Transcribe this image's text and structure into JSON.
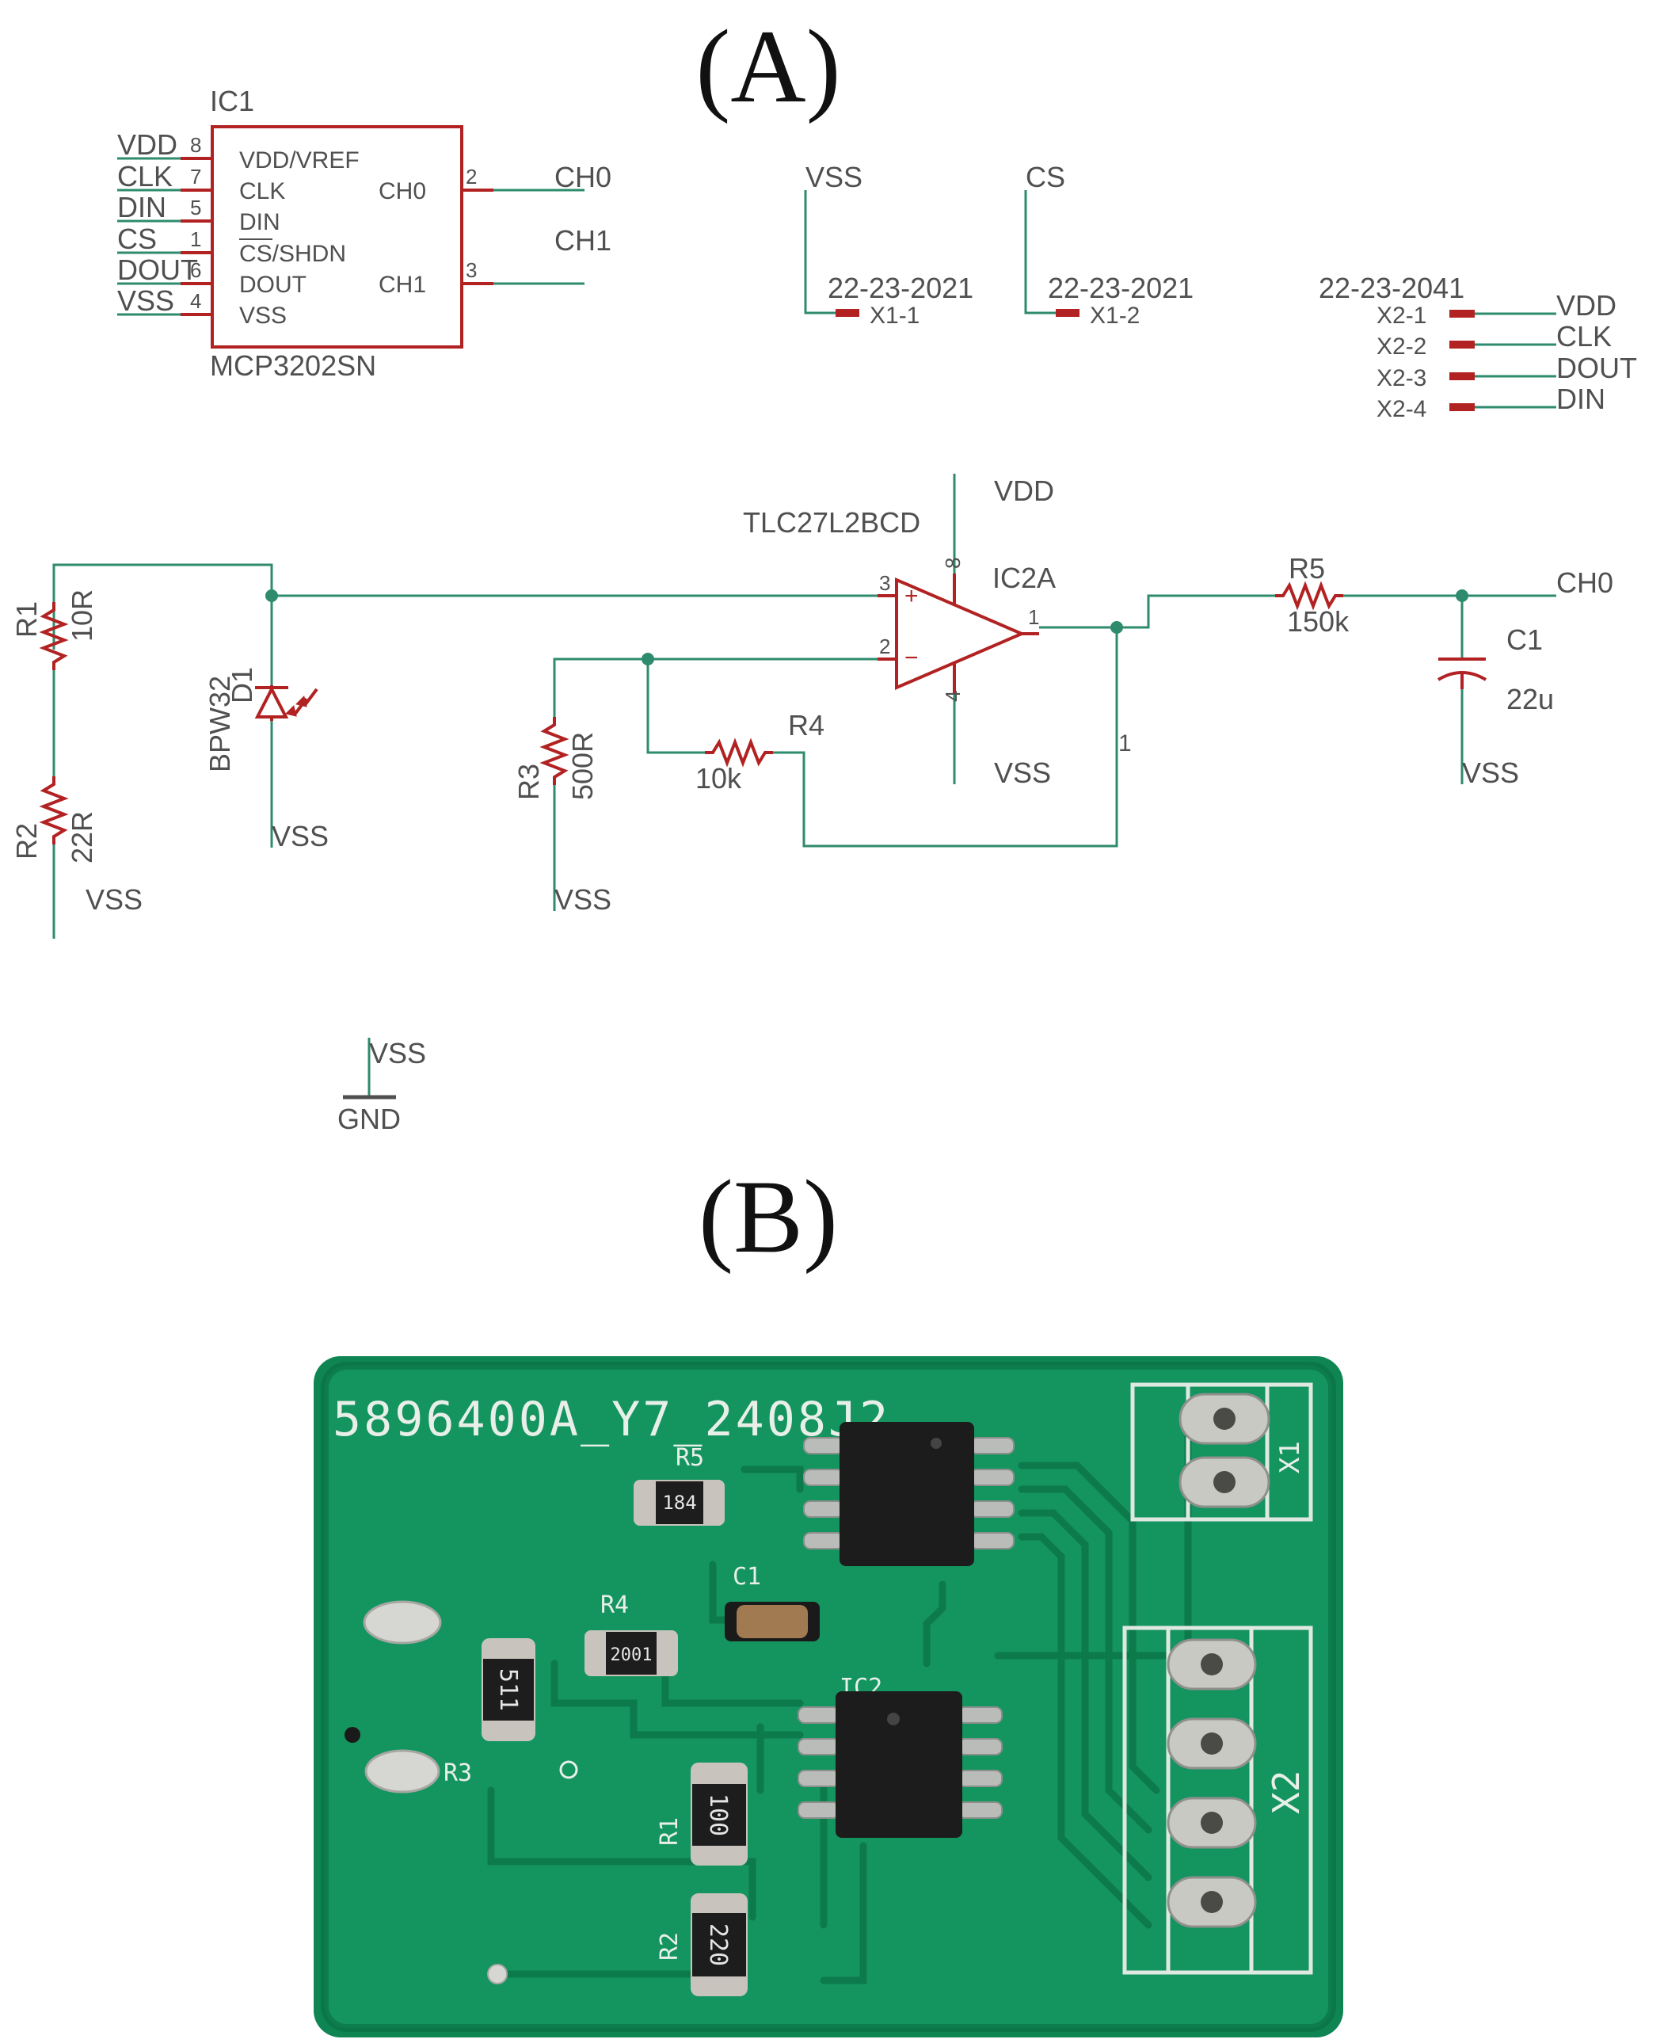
{
  "panel_a": {
    "label": "(A)",
    "ic1": {
      "ref": "IC1",
      "part": "MCP3202SN",
      "inner_left": [
        "VDD/VREF",
        "CLK",
        "DIN",
        "CS/SHDN",
        "DOUT",
        "VSS"
      ],
      "inner_right": [
        "CH0",
        "CH1"
      ],
      "pin_nums_left": [
        "8",
        "7",
        "5",
        "1",
        "6",
        "4"
      ],
      "pin_nums_right": [
        "2",
        "3"
      ],
      "nets_left": [
        "VDD",
        "CLK",
        "DIN",
        "CS",
        "DOUT",
        "VSS"
      ],
      "nets_right": [
        "CH0",
        "CH1"
      ]
    },
    "connectors": {
      "x1_1": {
        "net": "VSS",
        "part": "22-23-2021",
        "pin": "X1-1"
      },
      "x1_2": {
        "net": "CS",
        "part": "22-23-2021",
        "pin": "X1-2"
      },
      "x2": {
        "part": "22-23-2041",
        "pins": [
          "X2-1",
          "X2-2",
          "X2-3",
          "X2-4"
        ],
        "nets": [
          "VDD",
          "CLK",
          "DOUT",
          "DIN"
        ]
      }
    },
    "opamp": {
      "part": "TLC27L2BCD",
      "ref": "IC2A",
      "pin_plus": "3",
      "pin_minus": "2",
      "pin_out": "1",
      "pin_vdd": "8",
      "pin_vss": "4",
      "vdd": "VDD",
      "vss": "VSS"
    },
    "r1": {
      "ref": "R1",
      "value": "10R"
    },
    "r2": {
      "ref": "R2",
      "value": "22R"
    },
    "d1": {
      "ref": "D1",
      "part": "BPW32"
    },
    "r3": {
      "ref": "R3",
      "value": "500R"
    },
    "r4": {
      "ref": "R4",
      "value": "10k"
    },
    "r5": {
      "ref": "R5",
      "value": "150k"
    },
    "c1": {
      "ref": "C1",
      "value": "22u"
    },
    "out_net": "CH0",
    "node_label": "1",
    "vss_labels": [
      "VSS",
      "VSS",
      "VSS",
      "VSS",
      "VSS"
    ],
    "gnd": {
      "net": "VSS",
      "label": "GND"
    }
  },
  "panel_b": {
    "label": "(B)",
    "board_id": "5896400A_Y7_2408J2",
    "silk": [
      "R5",
      "C1",
      "R4",
      "IC2",
      "R3",
      "R1",
      "R2",
      "X1",
      "X2"
    ],
    "marks": {
      "r5": "184",
      "r4": "2001",
      "r3": "511",
      "r1": "100",
      "r2": "220"
    },
    "colors": {
      "pcb": "#14945f",
      "silkscreen": "#e8efe9",
      "pad": "#c9c9c4"
    }
  }
}
